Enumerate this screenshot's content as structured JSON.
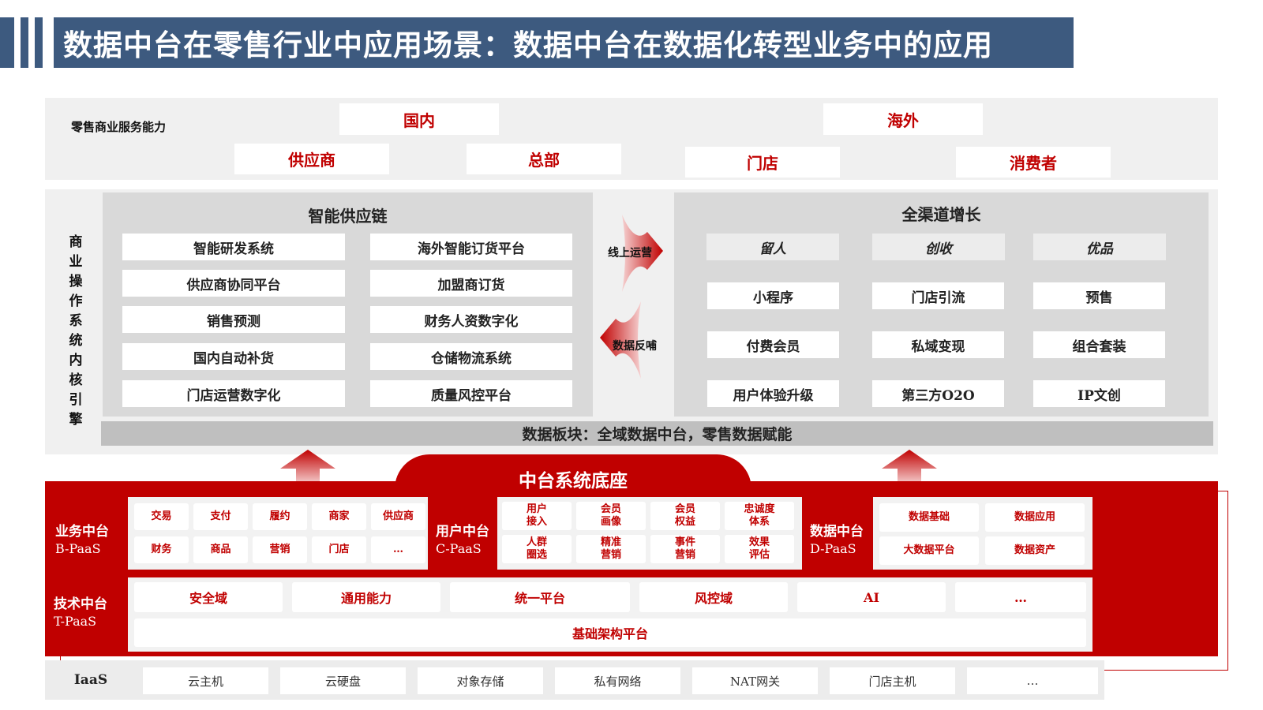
{
  "title": "数据中台在零售行业中应用场景：数据中台在数据化转型业务中的应用",
  "colors": {
    "header": "#3d5a7f",
    "accent": "#c00000",
    "panel": "#d9d9d9",
    "band": "#f0f0f0"
  },
  "service": {
    "label": "零售商业服务能力",
    "domestic": "国内",
    "overseas": "海外",
    "items": [
      "供应商",
      "总部",
      "门店",
      "消费者"
    ]
  },
  "engine": {
    "label_chars": [
      "商",
      "业",
      "操",
      "作",
      "系",
      "统",
      "内",
      "核",
      "引",
      "擎"
    ],
    "supply": {
      "title": "智能供应链",
      "left": [
        "智能研发系统",
        "供应商协同平台",
        "销售预测",
        "国内自动补货",
        "门店运营数字化"
      ],
      "right": [
        "海外智能订货平台",
        "加盟商订货",
        "财务人资数字化",
        "仓储物流系统",
        "质量风控平台"
      ]
    },
    "arrow_ops": "线上运营",
    "arrow_feedback": "数据反哺",
    "growth": {
      "title": "全渠道增长",
      "headers": [
        "留人",
        "创收",
        "优品"
      ],
      "rows": [
        [
          "小程序",
          "门店引流",
          "预售"
        ],
        [
          "付费会员",
          "私域变现",
          "组合套装"
        ],
        [
          "用户体验升级",
          "第三方O2O",
          "IP文创"
        ]
      ]
    },
    "data_bar": "数据板块：全域数据中台，零售数据赋能"
  },
  "base": {
    "title": "中台系统底座",
    "business": {
      "label1": "业务中台",
      "label2": "B-PaaS",
      "row1": [
        "交易",
        "支付",
        "履约",
        "商家",
        "供应商"
      ],
      "row2": [
        "财务",
        "商品",
        "营销",
        "门店",
        "…"
      ]
    },
    "user": {
      "label1": "用户中台",
      "label2": "C-PaaS",
      "cells": [
        [
          "用户",
          "接入"
        ],
        [
          "会员",
          "画像"
        ],
        [
          "会员",
          "权益"
        ],
        [
          "忠诚度",
          "体系"
        ],
        [
          "人群",
          "圈选"
        ],
        [
          "精准",
          "营销"
        ],
        [
          "事件",
          "营销"
        ],
        [
          "效果",
          "评估"
        ]
      ]
    },
    "data": {
      "label1": "数据中台",
      "label2": "D-PaaS",
      "cells": [
        "数据基础",
        "数据应用",
        "大数据平台",
        "数据资产"
      ]
    },
    "tech": {
      "label1": "技术中台",
      "label2": "T-PaaS",
      "row": [
        "安全域",
        "通用能力",
        "统一平台",
        "风控域",
        "AI",
        "…"
      ],
      "foundation": "基础架构平台"
    }
  },
  "iaas": {
    "label": "IaaS",
    "items": [
      "云主机",
      "云硬盘",
      "对象存储",
      "私有网络",
      "NAT网关",
      "门店主机",
      "…"
    ]
  }
}
